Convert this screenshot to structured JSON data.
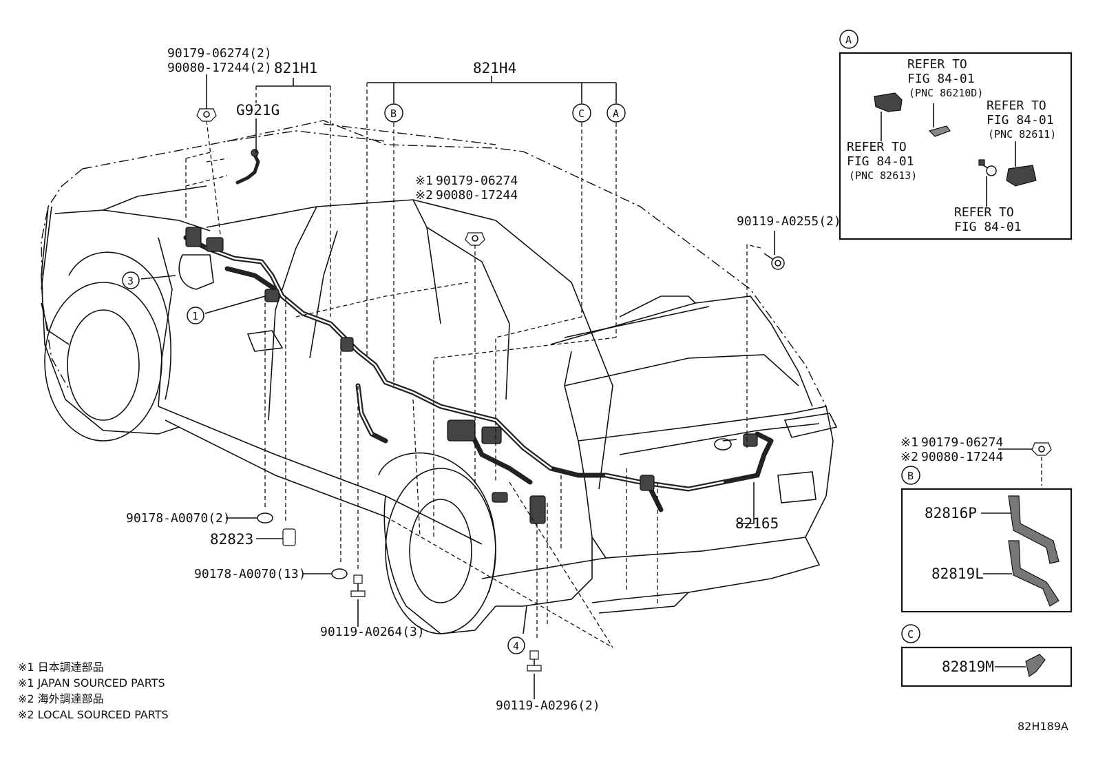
{
  "callouts": {
    "c1": "90179-06274(2)",
    "c2": "90080-17244(2)",
    "c3": "821H1",
    "c4": "G921G",
    "c5": "821H4",
    "c6": "90179-06274",
    "c7": "90080-17244",
    "c8": "90119-A0255(2)",
    "c9": "90178-A0070(2)",
    "c10": "82823",
    "c11": "90178-A0070(13)",
    "c12": "90119-A0264(3)",
    "c13": "90119-A0296(2)",
    "c14": "82165"
  },
  "markers": {
    "m1": "1",
    "m3": "3",
    "m4": "4",
    "A": "A",
    "B": "B",
    "C": "C",
    "x1": "※1",
    "x2": "※2"
  },
  "inset_a": {
    "title": "A",
    "refer": "REFER TO",
    "fig": "FIG 84-01",
    "pnc1": "(PNC 86210D)",
    "pnc2": "(PNC 82611)",
    "pnc3": "(PNC 82613)"
  },
  "inset_b": {
    "title": "B",
    "x1_part": "90179-06274",
    "x2_part": "90080-17244",
    "part1": "82816P",
    "part2": "82819L"
  },
  "inset_c": {
    "title": "C",
    "part1": "82819M"
  },
  "legend": {
    "l1": "※1 日本調達部品",
    "l2": "※1 JAPAN SOURCED PARTS",
    "l3": "※2 海外調達部品",
    "l4": "※2 LOCAL SOURCED PARTS"
  },
  "figure_id": "82H189A"
}
